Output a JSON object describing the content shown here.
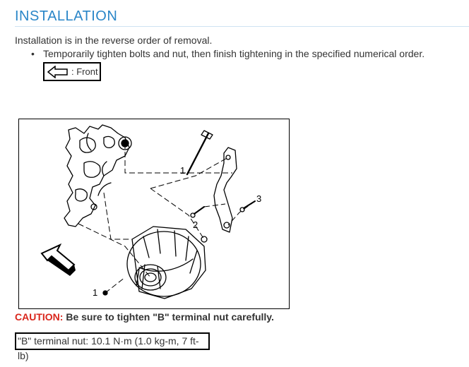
{
  "section": {
    "title": "INSTALLATION"
  },
  "intro": "Installation is in the reverse order of removal.",
  "bullets": [
    "Temporarily tighten bolts and nut, then finish tightening in the specified numerical order."
  ],
  "legend": {
    "icon": "front-arrow-icon",
    "label": ": Front"
  },
  "figure": {
    "callouts": [
      "1",
      "2",
      "3",
      "1"
    ]
  },
  "caution": {
    "label": "CAUTION:",
    "text": " Be sure to tighten \"B\" terminal nut carefully."
  },
  "spec": "\"B\" terminal nut: 10.1 N·m (1.0 kg-m, 7 ft-lb)",
  "colors": {
    "heading": "#2a86c8",
    "caution": "#d9261c",
    "rule": "#cfe3f2"
  }
}
